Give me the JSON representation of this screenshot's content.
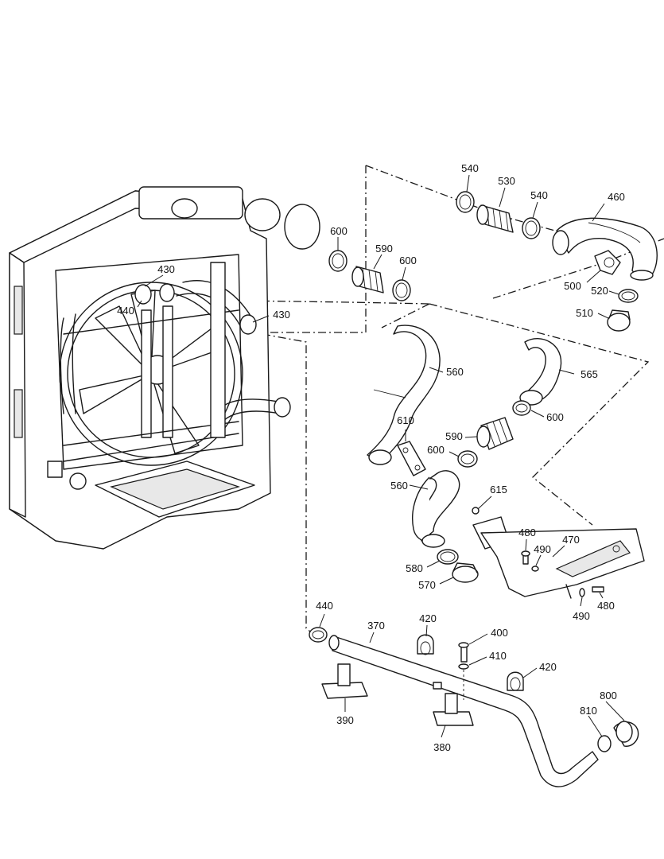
{
  "diagram": {
    "labels": {
      "p540a": "540",
      "p530": "530",
      "p540b": "540",
      "p460": "460",
      "p600a": "600",
      "p590a": "590",
      "p600b": "600",
      "p430a": "430",
      "p440a": "440",
      "p430b": "430",
      "p500": "500",
      "p520": "520",
      "p510": "510",
      "p560a": "560",
      "p565": "565",
      "p610": "610",
      "p600c": "600",
      "p590b": "590",
      "p600d": "600",
      "p560b": "560",
      "p615": "615",
      "p480a": "480",
      "p470": "470",
      "p490a": "490",
      "p580": "580",
      "p570": "570",
      "p490b": "490",
      "p480b": "480",
      "p440b": "440",
      "p370": "370",
      "p420a": "420",
      "p400": "400",
      "p410": "410",
      "p420b": "420",
      "p800": "800",
      "p810": "810",
      "p390": "390",
      "p380": "380"
    }
  }
}
